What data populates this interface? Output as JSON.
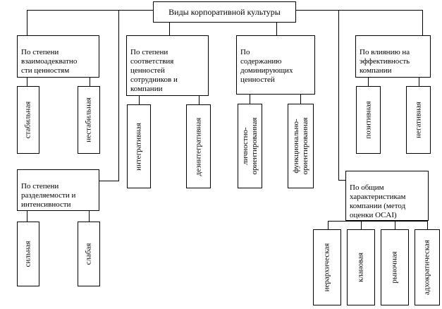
{
  "root": {
    "label": "Виды корпоративной культуры"
  },
  "categories": {
    "adequacy": {
      "label": "По степени\nвзаимоадекватно\nсти ценностям",
      "types": [
        "стабильная",
        "нестабильная"
      ]
    },
    "separability": {
      "label": "По степени\nразделяемости и\nинтенсивности",
      "types": [
        "сильная",
        "слабая"
      ]
    },
    "correspondence": {
      "label": "По степени\nсоответствия\nценностей\nсотрудников и\nкомпании",
      "types": [
        "интегративная",
        "дезинтегративная"
      ]
    },
    "content": {
      "label": "По\nсодержанию\nдоминирующих\nценностей",
      "types": [
        "личностно-\nориентированная",
        "функционально-\nориентированная"
      ]
    },
    "efficiency": {
      "label": "По влиянию на\nэффективность\nкомпании",
      "types": [
        "позитивная",
        "негативная"
      ]
    },
    "ocai": {
      "label": "По общим\nхарактеристикам\nкомпании (метод\nоценки OCAI)",
      "types": [
        "иерархическая",
        "клановая",
        "рыночная",
        "адхократическая"
      ]
    }
  }
}
